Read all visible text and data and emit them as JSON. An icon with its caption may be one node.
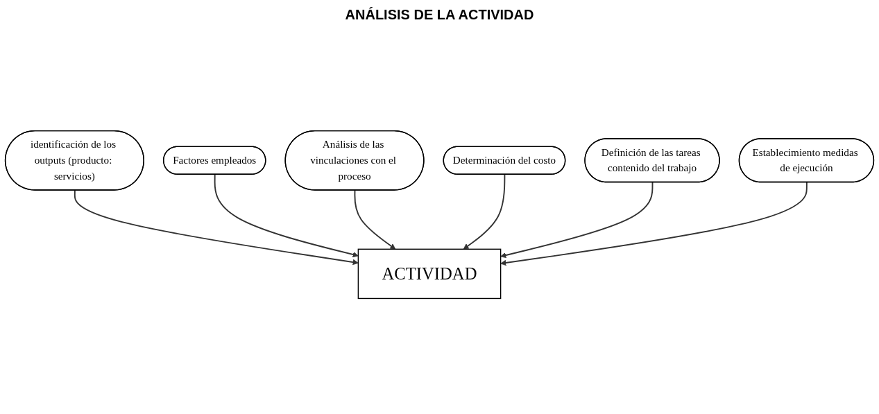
{
  "diagram": {
    "title": "ANÁLISIS DE LA ACTIVIDAD",
    "nodes": [
      {
        "text": [
          "identificación de los outputs (producto: servicios)"
        ]
      },
      {
        "text": [
          "Factores empleados"
        ]
      },
      {
        "text": [
          "ACTIVIDAD"
        ]
      },
      {
        "text": [
          "Análisis de las vinculaciones con el proceso"
        ]
      },
      {
        "text": [
          "Determinación del costo"
        ]
      },
      {
        "text": [
          "Definición de las tareas contenido del trabajo"
        ]
      },
      {
        "text": [
          "Establecimiento medidas de ejecución"
        ]
      }
    ],
    "edges": [
      {
        "from": 0,
        "to": 2,
        "arrow": "to"
      },
      {
        "from": 1,
        "to": 2,
        "arrow": "to"
      },
      {
        "from": 3,
        "to": 2,
        "arrow": "to"
      },
      {
        "from": 4,
        "to": 2,
        "arrow": "to"
      },
      {
        "from": 5,
        "to": 2,
        "arrow": "to"
      },
      {
        "from": 6,
        "to": 2,
        "arrow": "to"
      }
    ]
  }
}
